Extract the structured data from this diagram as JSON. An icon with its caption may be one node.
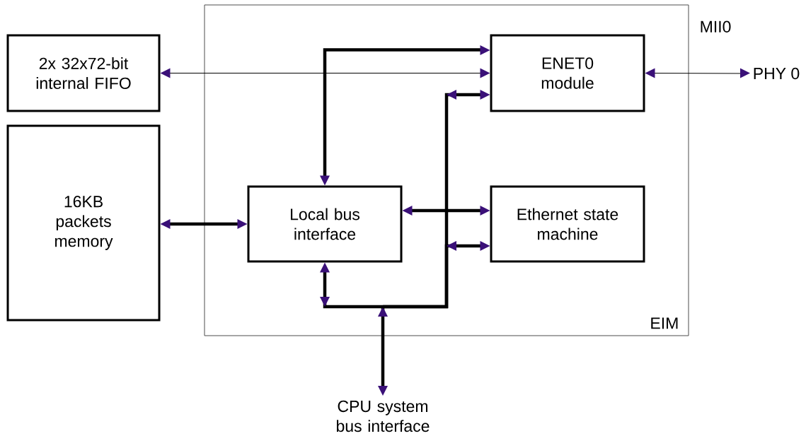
{
  "diagram": {
    "nodes": [
      {
        "text": [
          "EIM"
        ]
      },
      {
        "text": [
          "2x 32x72-bit internal FIFO"
        ]
      },
      {
        "text": [
          "16KB packets memory"
        ]
      },
      {
        "text": [
          "ENET0 module"
        ],
        "in": 0
      },
      {
        "text": [
          "Local bus interface"
        ],
        "in": 0
      },
      {
        "text": [
          "Ethernet state machine"
        ],
        "in": 0
      },
      {
        "text": [
          "PHY 0"
        ]
      },
      {
        "text": [
          "CPU system bus interface"
        ]
      }
    ],
    "edges": [
      {
        "from": 1,
        "to": 3,
        "arrow": "both"
      },
      {
        "from": 3,
        "to": 6,
        "arrow": "both",
        "label": "MII0"
      },
      {
        "from": 2,
        "to": 4,
        "arrow": "both"
      },
      {
        "from": 4,
        "to": 3,
        "arrow": "both"
      },
      {
        "from": 4,
        "to": 5,
        "arrow": "both"
      },
      {
        "from": 7,
        "to": 4,
        "arrow": "both"
      },
      {
        "from": 7,
        "to": 3,
        "arrow": "both"
      },
      {
        "from": 7,
        "to": 5,
        "arrow": "both"
      }
    ]
  }
}
